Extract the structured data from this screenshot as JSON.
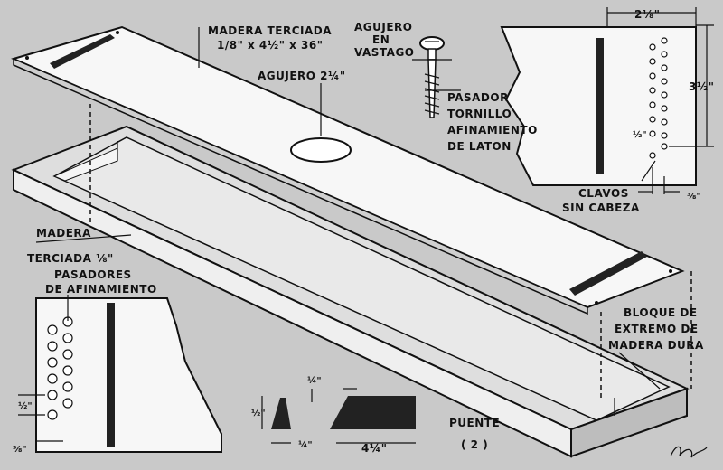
{
  "labels": {
    "plywood_top_1": "MADERA TERCIADA",
    "plywood_top_2": "1/8\" x 4½\" x 36\"",
    "hole": "AGUJERO 2¼\"",
    "hole_shaft_1": "AGUJERO",
    "hole_shaft_2": "EN",
    "hole_shaft_3": "VASTAGO",
    "pin_1": "PASADOR",
    "pin_2": "TORNILLO",
    "pin_3": "AFINAMIENTO",
    "pin_4": "DE LATON",
    "width_dim": "2⅛\"",
    "height_dim": "3½\"",
    "half_dim_right": "½\"",
    "eighth_dim_right": "⅜\"",
    "nails_1": "CLAVOS",
    "nails_2": "SIN CABEZA",
    "plywood_side_1": "MADERA",
    "plywood_side_2": "TERCIADA ⅛\"",
    "tuning_pins_1": "PASADORES",
    "tuning_pins_2": "DE AFINAMIENTO",
    "half_dim_left": "½\"",
    "eighth_dim_left": "⅜\"",
    "block_1": "BLOQUE DE",
    "block_2": "EXTREMO DE",
    "block_3": "MADERA DURA",
    "bridge_quarter": "¼\"",
    "bridge_half": "½\"",
    "bridge_quarter_2": "¼\"",
    "bridge_length": "4¼\"",
    "bridge_title": "PUENTE",
    "figure_number": "( 2 )"
  }
}
